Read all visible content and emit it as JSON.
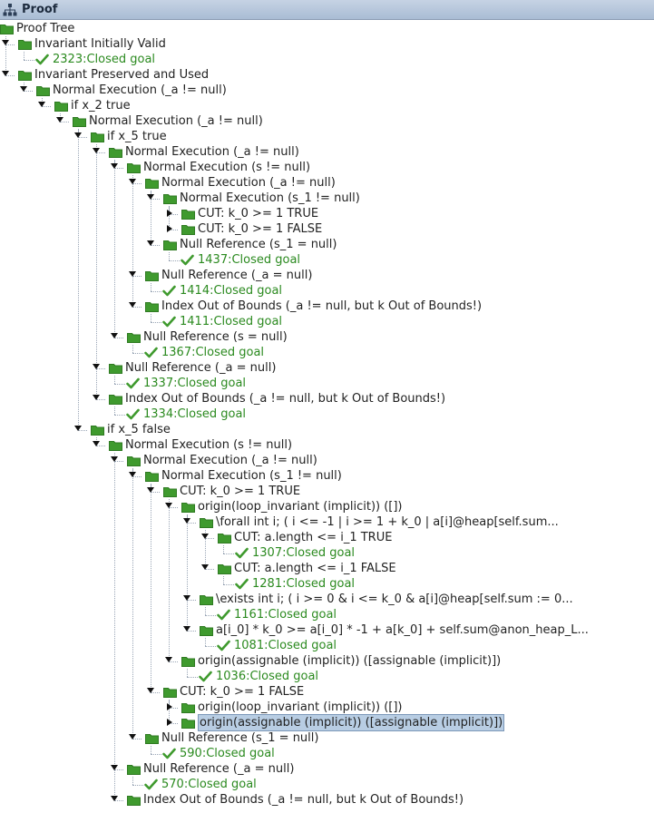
{
  "panel": {
    "title": "Proof"
  },
  "colors": {
    "folder": "#3f9a2e",
    "goal_text": "#2b8a1f",
    "selection": "#b8cde3"
  },
  "tree": [
    {
      "d": 0,
      "label": "Proof Tree",
      "kind": "folder",
      "state": "none"
    },
    {
      "d": 1,
      "label": "Invariant Initially Valid",
      "kind": "folder",
      "state": "exp"
    },
    {
      "d": 2,
      "label": "2323:Closed goal",
      "kind": "goal"
    },
    {
      "d": 1,
      "label": "Invariant Preserved and Used",
      "kind": "folder",
      "state": "exp"
    },
    {
      "d": 2,
      "label": "Normal Execution (_a != null)",
      "kind": "folder",
      "state": "exp"
    },
    {
      "d": 3,
      "label": "if x_2 true",
      "kind": "folder",
      "state": "exp"
    },
    {
      "d": 4,
      "label": "Normal Execution (_a != null)",
      "kind": "folder",
      "state": "exp"
    },
    {
      "d": 5,
      "label": "if x_5 true",
      "kind": "folder",
      "state": "exp"
    },
    {
      "d": 6,
      "label": "Normal Execution (_a != null)",
      "kind": "folder",
      "state": "exp"
    },
    {
      "d": 7,
      "label": "Normal Execution (s != null)",
      "kind": "folder",
      "state": "exp"
    },
    {
      "d": 8,
      "label": "Normal Execution (_a != null)",
      "kind": "folder",
      "state": "exp"
    },
    {
      "d": 9,
      "label": "Normal Execution (s_1 != null)",
      "kind": "folder",
      "state": "exp"
    },
    {
      "d": 10,
      "label": "CUT: k_0 >= 1 TRUE",
      "kind": "folder",
      "state": "col"
    },
    {
      "d": 10,
      "label": "CUT: k_0 >= 1 FALSE",
      "kind": "folder",
      "state": "col"
    },
    {
      "d": 9,
      "label": "Null Reference (s_1 = null)",
      "kind": "folder",
      "state": "exp"
    },
    {
      "d": 10,
      "label": "1437:Closed goal",
      "kind": "goal"
    },
    {
      "d": 8,
      "label": "Null Reference (_a = null)",
      "kind": "folder",
      "state": "exp"
    },
    {
      "d": 9,
      "label": "1414:Closed goal",
      "kind": "goal"
    },
    {
      "d": 8,
      "label": "Index Out of Bounds (_a != null, but k Out of Bounds!)",
      "kind": "folder",
      "state": "exp"
    },
    {
      "d": 9,
      "label": "1411:Closed goal",
      "kind": "goal"
    },
    {
      "d": 7,
      "label": "Null Reference (s = null)",
      "kind": "folder",
      "state": "exp"
    },
    {
      "d": 8,
      "label": "1367:Closed goal",
      "kind": "goal"
    },
    {
      "d": 6,
      "label": "Null Reference (_a = null)",
      "kind": "folder",
      "state": "exp"
    },
    {
      "d": 7,
      "label": "1337:Closed goal",
      "kind": "goal"
    },
    {
      "d": 6,
      "label": "Index Out of Bounds (_a != null, but k Out of Bounds!)",
      "kind": "folder",
      "state": "exp"
    },
    {
      "d": 7,
      "label": "1334:Closed goal",
      "kind": "goal"
    },
    {
      "d": 5,
      "label": "if x_5 false",
      "kind": "folder",
      "state": "exp"
    },
    {
      "d": 6,
      "label": "Normal Execution (s != null)",
      "kind": "folder",
      "state": "exp"
    },
    {
      "d": 7,
      "label": "Normal Execution (_a != null)",
      "kind": "folder",
      "state": "exp"
    },
    {
      "d": 8,
      "label": "Normal Execution (s_1 != null)",
      "kind": "folder",
      "state": "exp"
    },
    {
      "d": 9,
      "label": "CUT: k_0 >= 1 TRUE",
      "kind": "folder",
      "state": "exp"
    },
    {
      "d": 10,
      "label": "origin(loop_invariant (implicit)) ([])",
      "kind": "folder",
      "state": "exp"
    },
    {
      "d": 11,
      "label": "\\forall int i; ( i <= -1 | i >= 1 + k_0 | a[i]@heap[self.sum...",
      "kind": "folder",
      "state": "exp"
    },
    {
      "d": 12,
      "label": "CUT: a.length <= i_1 TRUE",
      "kind": "folder",
      "state": "exp"
    },
    {
      "d": 13,
      "label": "1307:Closed goal",
      "kind": "goal"
    },
    {
      "d": 12,
      "label": "CUT: a.length <= i_1 FALSE",
      "kind": "folder",
      "state": "exp"
    },
    {
      "d": 13,
      "label": "1281:Closed goal",
      "kind": "goal"
    },
    {
      "d": 11,
      "label": "\\exists int i; ( i >= 0 & i <= k_0 & a[i]@heap[self.sum := 0...",
      "kind": "folder",
      "state": "exp"
    },
    {
      "d": 12,
      "label": "1161:Closed goal",
      "kind": "goal"
    },
    {
      "d": 11,
      "label": "a[i_0] * k_0 >= a[i_0] * -1 + a[k_0] + self.sum@anon_heap_L...",
      "kind": "folder",
      "state": "exp"
    },
    {
      "d": 12,
      "label": "1081:Closed goal",
      "kind": "goal"
    },
    {
      "d": 10,
      "label": "origin(assignable (implicit)) ([assignable (implicit)])",
      "kind": "folder",
      "state": "exp"
    },
    {
      "d": 11,
      "label": "1036:Closed goal",
      "kind": "goal"
    },
    {
      "d": 9,
      "label": "CUT: k_0 >= 1 FALSE",
      "kind": "folder",
      "state": "exp"
    },
    {
      "d": 10,
      "label": "origin(loop_invariant (implicit)) ([])",
      "kind": "folder",
      "state": "col"
    },
    {
      "d": 10,
      "label": "origin(assignable (implicit)) ([assignable (implicit)])",
      "kind": "folder",
      "state": "col",
      "selected": true
    },
    {
      "d": 8,
      "label": "Null Reference (s_1 = null)",
      "kind": "folder",
      "state": "exp"
    },
    {
      "d": 9,
      "label": "590:Closed goal",
      "kind": "goal"
    },
    {
      "d": 7,
      "label": "Null Reference (_a = null)",
      "kind": "folder",
      "state": "exp"
    },
    {
      "d": 8,
      "label": "570:Closed goal",
      "kind": "goal"
    },
    {
      "d": 7,
      "label": "Index Out of Bounds (_a != null, but k Out of Bounds!)",
      "kind": "folder",
      "state": "exp"
    }
  ]
}
